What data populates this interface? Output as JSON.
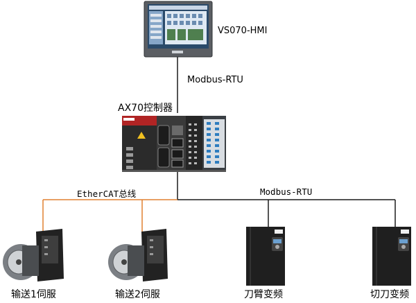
{
  "hmi": {
    "label": "VS070-HMI",
    "link_label": "Modbus-RTU"
  },
  "controller": {
    "label": "AX70控制器"
  },
  "buses": {
    "ethercat_label": "EtherCAT总线",
    "modbus_label": "Modbus-RTU"
  },
  "devices": [
    {
      "label": "输送1伺服"
    },
    {
      "label": "输送2伺服"
    },
    {
      "label": "刀臂变频"
    },
    {
      "label": "切刀变频"
    }
  ],
  "colors": {
    "ethercat_line": "#e08030",
    "modbus_line": "#1a1a1a"
  }
}
